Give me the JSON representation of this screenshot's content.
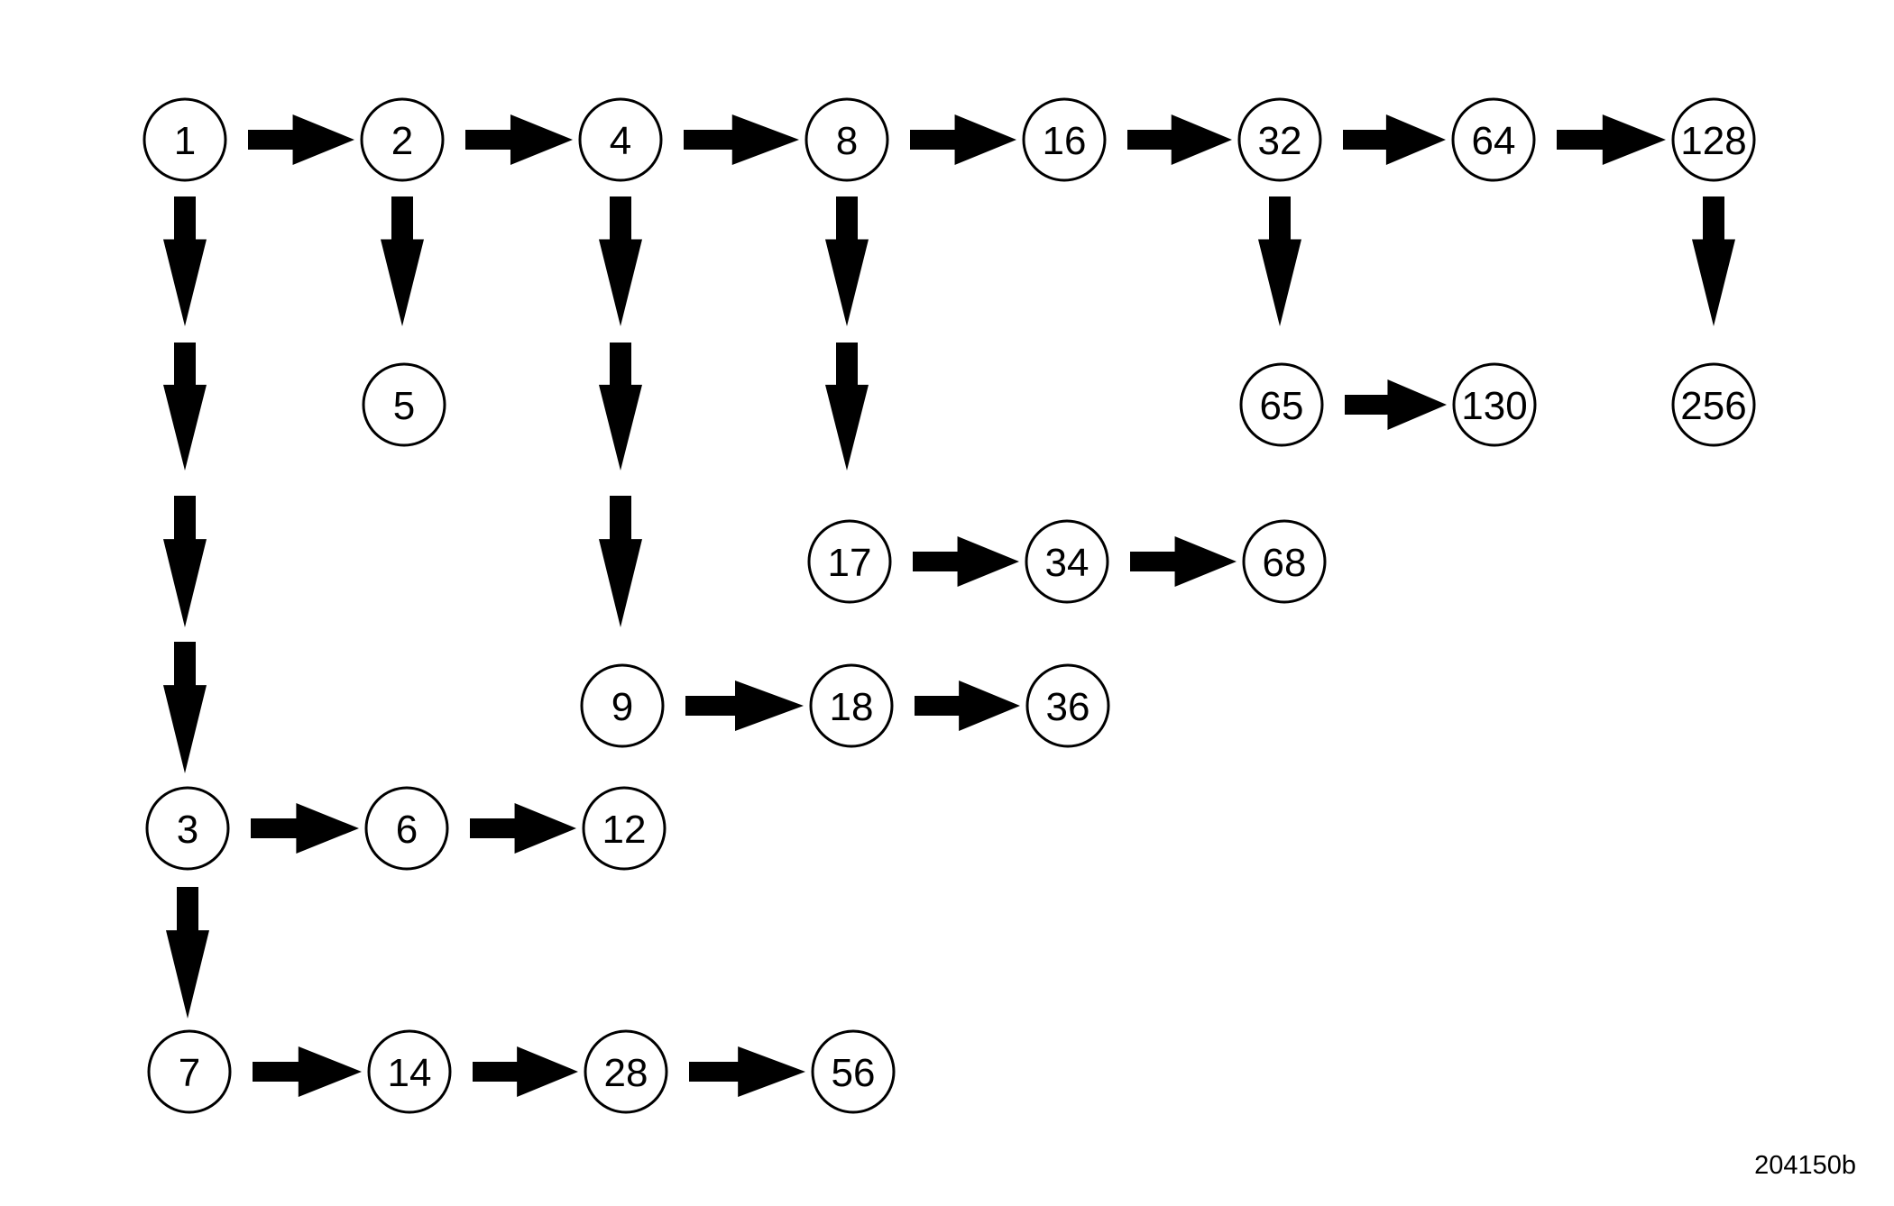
{
  "nodes": [
    {
      "id": "n1",
      "label": "1"
    },
    {
      "id": "n2",
      "label": "2"
    },
    {
      "id": "n4",
      "label": "4"
    },
    {
      "id": "n8",
      "label": "8"
    },
    {
      "id": "n16",
      "label": "16"
    },
    {
      "id": "n32",
      "label": "32"
    },
    {
      "id": "n64",
      "label": "64"
    },
    {
      "id": "n128",
      "label": "128"
    },
    {
      "id": "n5",
      "label": "5"
    },
    {
      "id": "n65",
      "label": "65"
    },
    {
      "id": "n130",
      "label": "130"
    },
    {
      "id": "n256",
      "label": "256"
    },
    {
      "id": "n17",
      "label": "17"
    },
    {
      "id": "n34",
      "label": "34"
    },
    {
      "id": "n68",
      "label": "68"
    },
    {
      "id": "n9",
      "label": "9"
    },
    {
      "id": "n18",
      "label": "18"
    },
    {
      "id": "n36",
      "label": "36"
    },
    {
      "id": "n3",
      "label": "3"
    },
    {
      "id": "n6",
      "label": "6"
    },
    {
      "id": "n12",
      "label": "12"
    },
    {
      "id": "n7",
      "label": "7"
    },
    {
      "id": "n14",
      "label": "14"
    },
    {
      "id": "n28",
      "label": "28"
    },
    {
      "id": "n56",
      "label": "56"
    }
  ],
  "edges": [
    {
      "from": "1",
      "to": "2"
    },
    {
      "from": "2",
      "to": "4"
    },
    {
      "from": "4",
      "to": "8"
    },
    {
      "from": "8",
      "to": "16"
    },
    {
      "from": "16",
      "to": "32"
    },
    {
      "from": "32",
      "to": "64"
    },
    {
      "from": "64",
      "to": "128"
    },
    {
      "from": "1",
      "to": "3"
    },
    {
      "from": "2",
      "to": "5"
    },
    {
      "from": "4",
      "to": "9"
    },
    {
      "from": "8",
      "to": "17"
    },
    {
      "from": "32",
      "to": "65"
    },
    {
      "from": "128",
      "to": "256"
    },
    {
      "from": "65",
      "to": "130"
    },
    {
      "from": "17",
      "to": "34"
    },
    {
      "from": "34",
      "to": "68"
    },
    {
      "from": "9",
      "to": "18"
    },
    {
      "from": "18",
      "to": "36"
    },
    {
      "from": "3",
      "to": "6"
    },
    {
      "from": "6",
      "to": "12"
    },
    {
      "from": "3",
      "to": "7"
    },
    {
      "from": "7",
      "to": "14"
    },
    {
      "from": "14",
      "to": "28"
    },
    {
      "from": "28",
      "to": "56"
    }
  ],
  "figure_id": "204150b"
}
